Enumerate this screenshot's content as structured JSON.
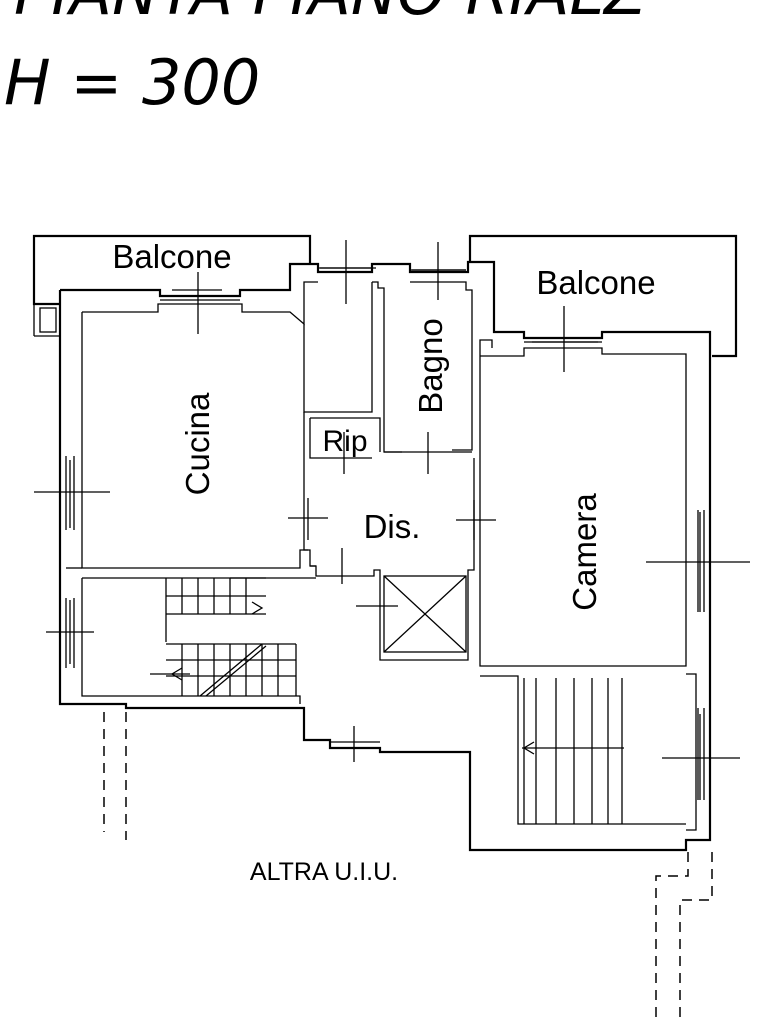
{
  "header": {
    "title": "PIANTA PIANO RIALZ",
    "height_label": "H = 300"
  },
  "rooms": {
    "balcone_left": "Balcone",
    "balcone_right": "Balcone",
    "cucina": "Cucina",
    "bagno": "Bagno",
    "rip": "Rip",
    "dis": "Dis.",
    "camera": "Camera"
  },
  "notes": {
    "other_unit": "ALTRA U.I.U."
  }
}
